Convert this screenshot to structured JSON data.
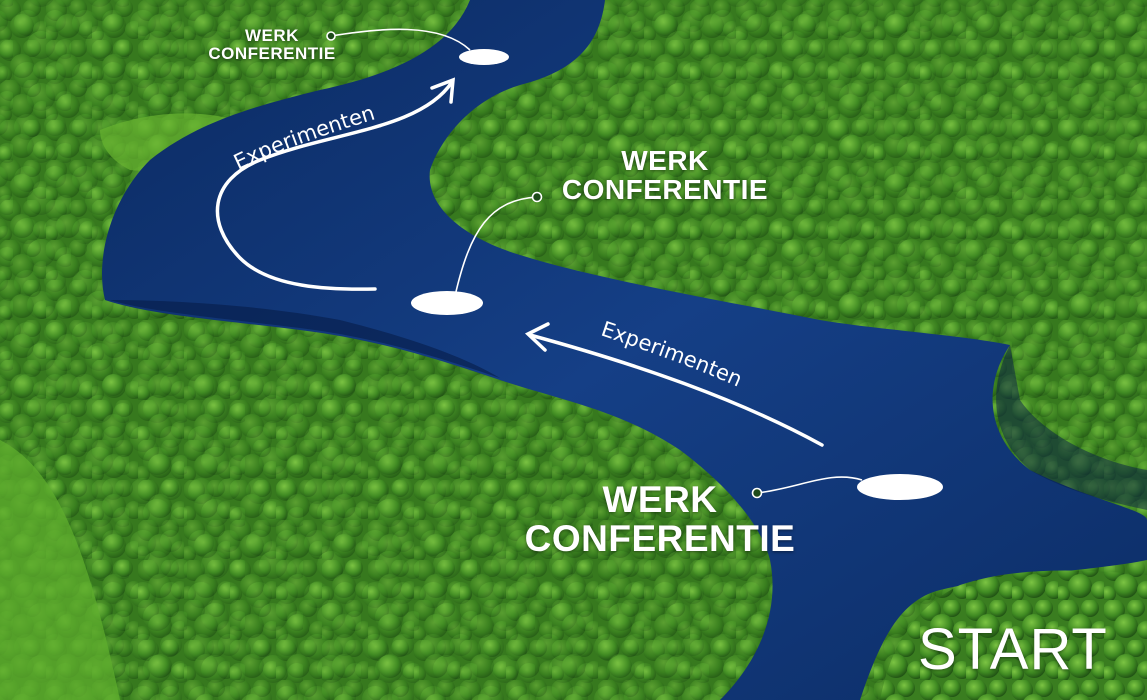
{
  "scene": {
    "description_colors": {
      "water": "#0e2f6b",
      "forest_dark": "#1f4a14",
      "forest_light": "#5aa82e",
      "annotation": "#ffffff"
    }
  },
  "annotations": {
    "werk_conferentie_top": {
      "line1": "WERK",
      "line2": "CONFERENTIE"
    },
    "werk_conferentie_middle": {
      "line1": "WERK",
      "line2": "CONFERENTIE"
    },
    "werk_conferentie_bottom": {
      "line1": "WERK",
      "line2": "CONFERENTIE"
    },
    "experimenten_upper": "Experimenten",
    "experimenten_lower": "Experimenten",
    "start": "START"
  }
}
